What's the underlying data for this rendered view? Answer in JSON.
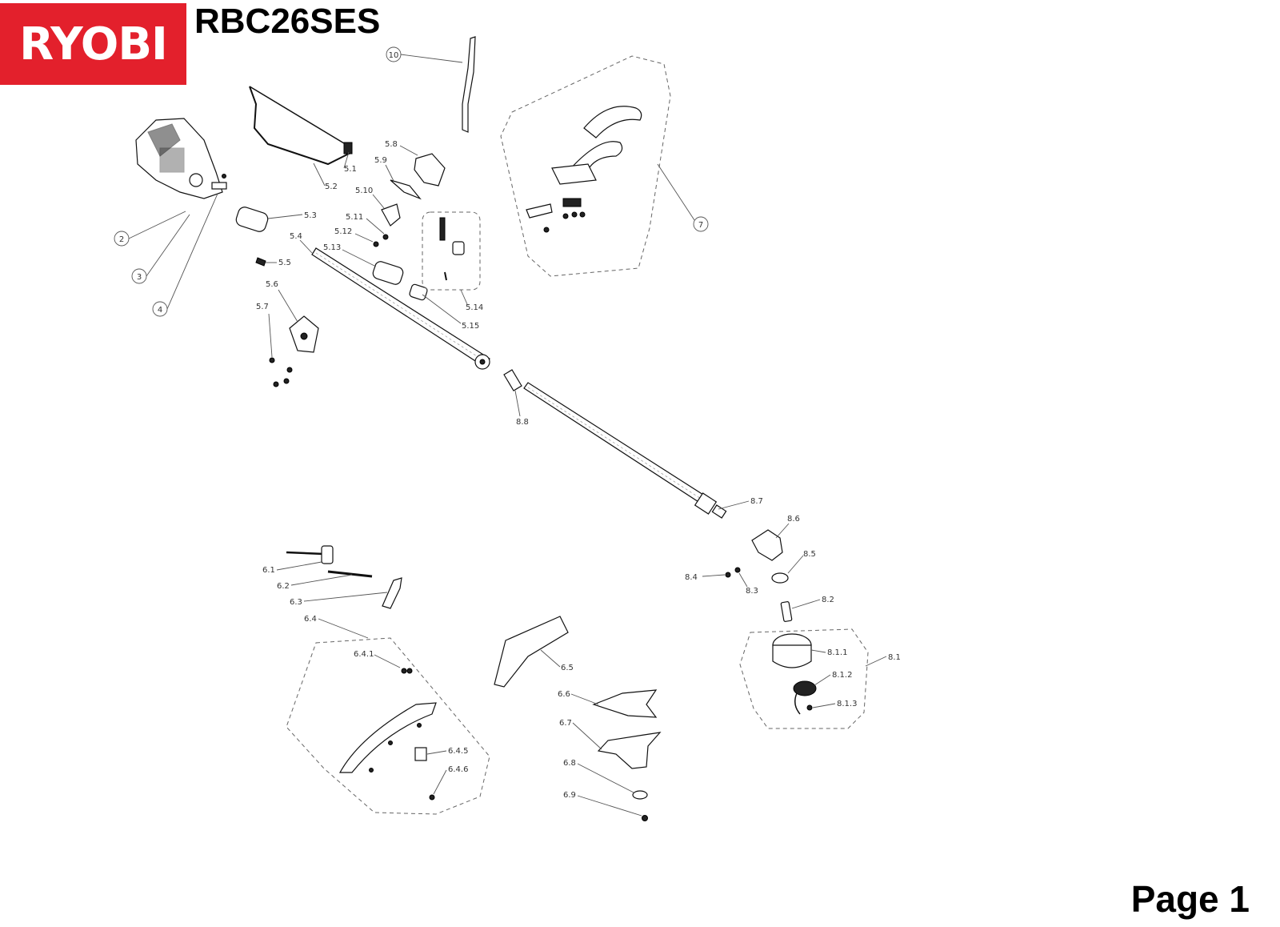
{
  "brand": {
    "logo_text": "RYOBI",
    "color": "#e3202c"
  },
  "model": "RBC26SES",
  "page_label": "Page 1",
  "callouts": [
    {
      "id": "c2",
      "text": "2"
    },
    {
      "id": "c3",
      "text": "3"
    },
    {
      "id": "c4",
      "text": "4"
    },
    {
      "id": "c7",
      "text": "7"
    },
    {
      "id": "c10",
      "text": "10"
    }
  ],
  "labels": [
    "5.1",
    "5.2",
    "5.3",
    "5.4",
    "5.5",
    "5.6",
    "5.7",
    "5.8",
    "5.9",
    "5.10",
    "5.11",
    "5.12",
    "5.13",
    "5.14",
    "5.15",
    "6.1",
    "6.2",
    "6.3",
    "6.4",
    "6.4.1",
    "6.4.5",
    "6.4.6",
    "6.5",
    "6.6",
    "6.7",
    "6.8",
    "6.9",
    "8.1",
    "8.1.1",
    "8.1.2",
    "8.1.3",
    "8.2",
    "8.3",
    "8.4",
    "8.5",
    "8.6",
    "8.7",
    "8.8"
  ]
}
